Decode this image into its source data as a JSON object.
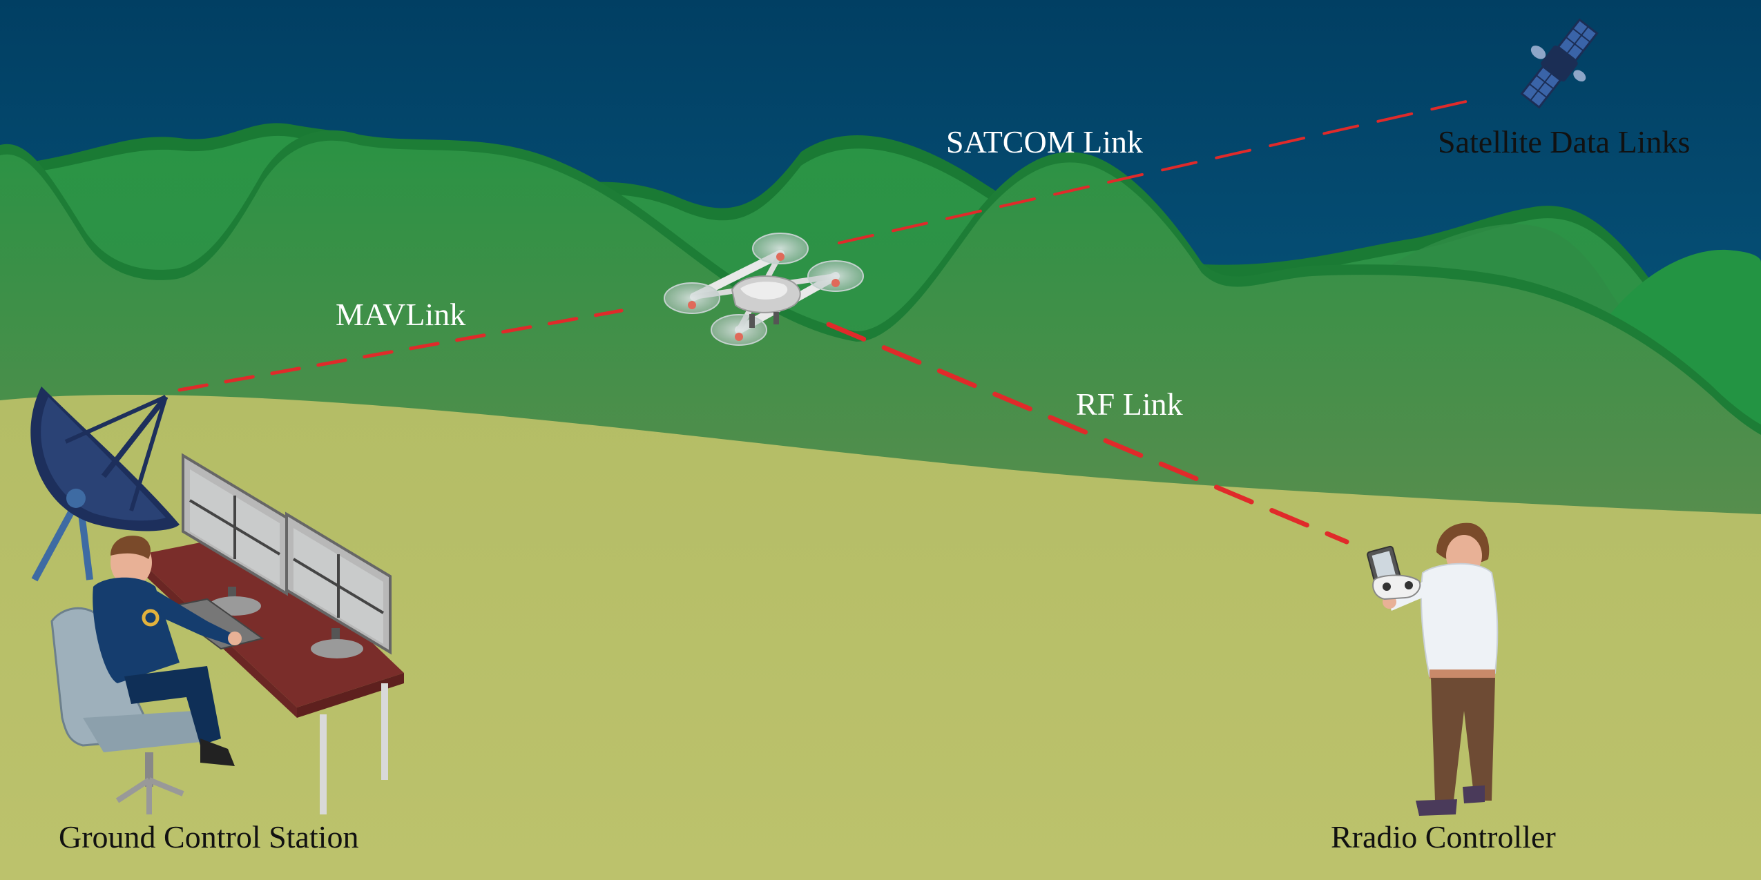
{
  "labels": {
    "satcom_link": "SATCOM Link",
    "satellite_data_links": "Satellite Data Links",
    "mavlink": "MAVLink",
    "rf_link": "RF Link",
    "ground_control_station": "Ground Control Station",
    "radio_controller": "Rradio Controller"
  },
  "colors": {
    "sky_top": "#013f63",
    "sky_bottom": "#0f6e98",
    "hill_light": "#2a9445",
    "hill_dark": "#1d7a36",
    "ground": "#bcc26c",
    "link_line": "#e02a2a",
    "desk_top": "#7a2d2a",
    "dish": "#1d2f5c"
  },
  "icons": {
    "satellite": "satellite-icon",
    "drone": "quadcopter-drone-icon",
    "dish": "satellite-dish-icon",
    "monitors": "monitor-icon",
    "operator": "operator-person-icon",
    "pilot": "pilot-person-icon",
    "controller": "radio-controller-icon"
  }
}
